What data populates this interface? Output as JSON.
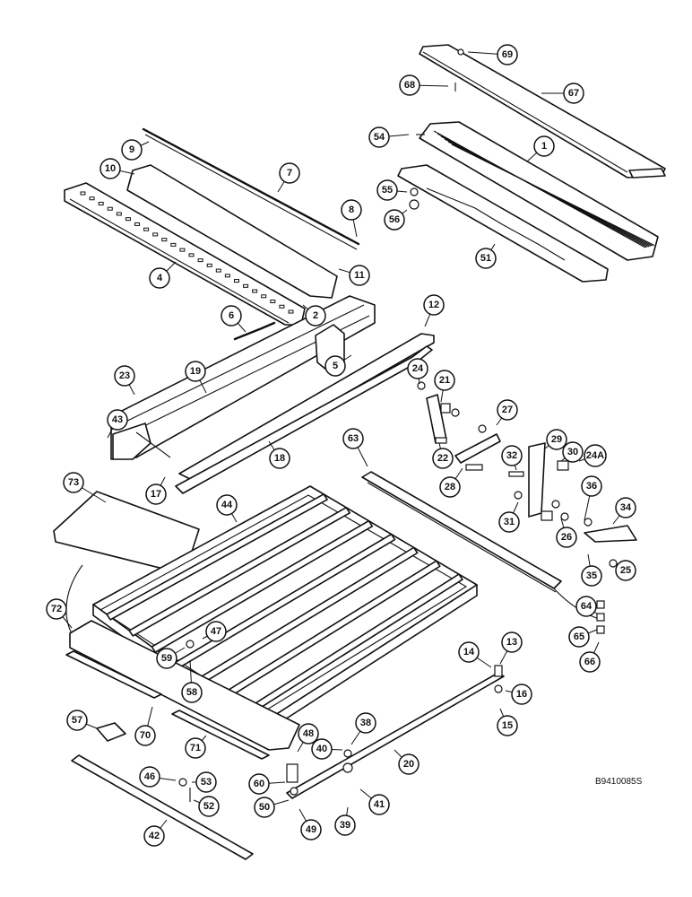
{
  "drawing_ref": "B9410085S",
  "callouts": [
    "1",
    "2",
    "4",
    "5",
    "6",
    "7",
    "8",
    "9",
    "10",
    "11",
    "12",
    "13",
    "14",
    "15",
    "16",
    "17",
    "18",
    "19",
    "20",
    "21",
    "22",
    "23",
    "24",
    "24A",
    "25",
    "26",
    "27",
    "28",
    "29",
    "30",
    "31",
    "32",
    "34",
    "35",
    "36",
    "38",
    "39",
    "40",
    "41",
    "42",
    "43",
    "44",
    "46",
    "47",
    "48",
    "49",
    "50",
    "51",
    "52",
    "53",
    "54",
    "55",
    "56",
    "57",
    "58",
    "59",
    "60",
    "63",
    "64",
    "65",
    "66",
    "67",
    "68",
    "69",
    "70",
    "71",
    "72",
    "73"
  ]
}
